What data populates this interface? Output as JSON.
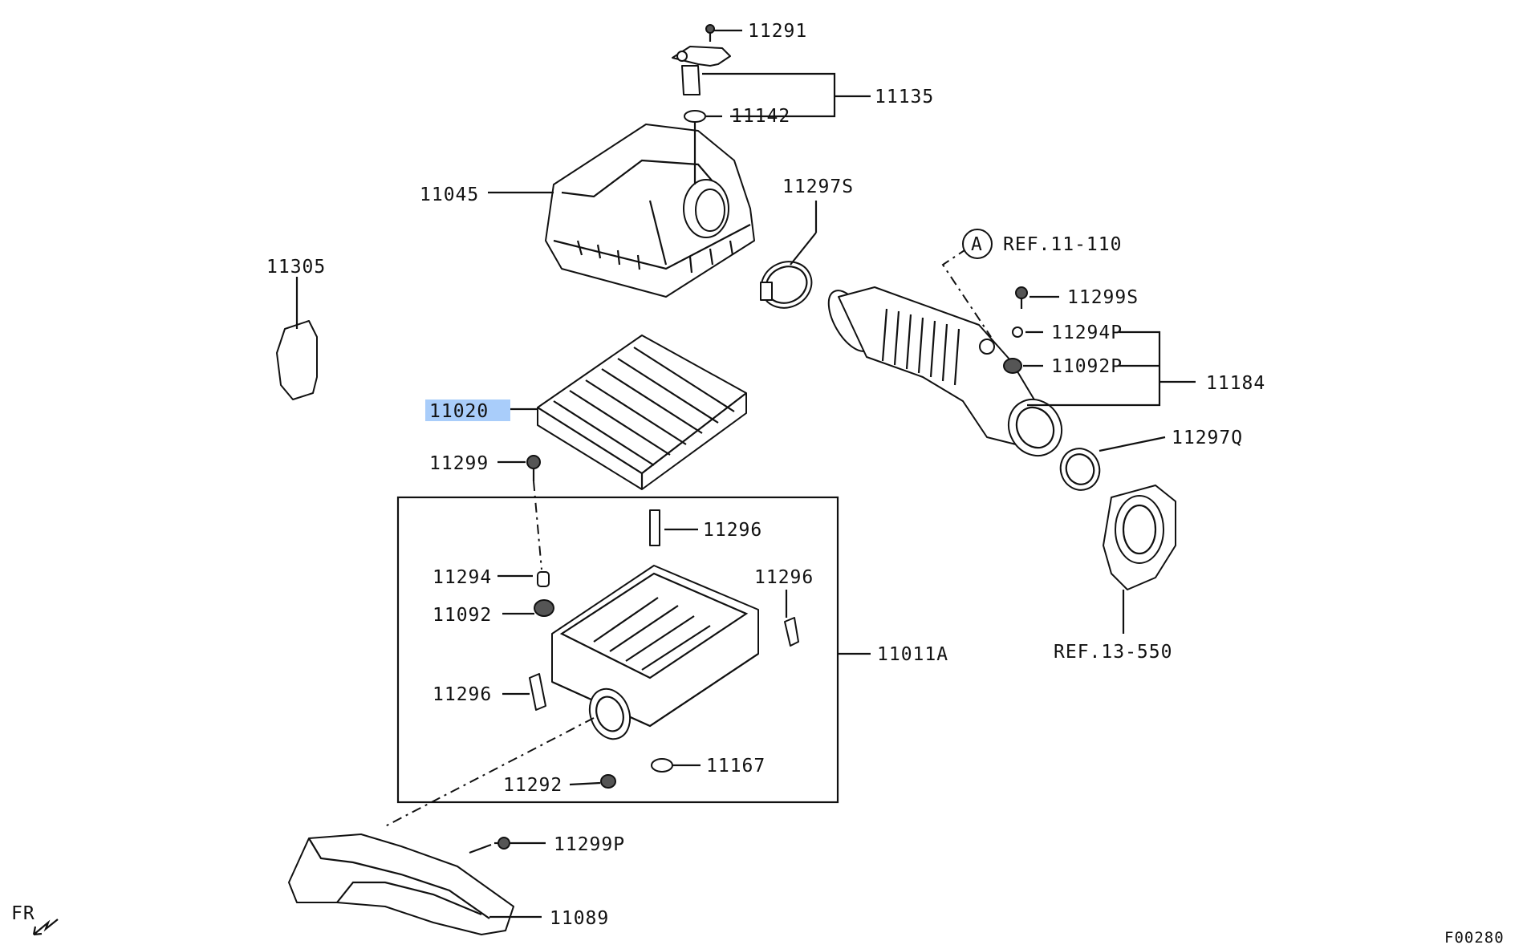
{
  "labels": {
    "p11291": "11291",
    "p11135": "11135",
    "p11142": "11142",
    "p11045": "11045",
    "p11297S": "11297S",
    "ref11110_circle": "A",
    "ref11110": "REF.11-110",
    "p11305": "11305",
    "p11299S": "11299S",
    "p11294P": "11294P",
    "p11092P": "11092P",
    "p11184": "11184",
    "p11020": "11020",
    "p11297Q": "11297Q",
    "p11299": "11299",
    "p11296_top": "11296",
    "p11294": "11294",
    "p11296_right": "11296",
    "p11092": "11092",
    "p11011A": "11011A",
    "ref13550": "REF.13-550",
    "p11296_left": "11296",
    "p11167": "11167",
    "p11292": "11292",
    "p11299P": "11299P",
    "p11089": "11089",
    "fr": "FR",
    "figure_code": "F00280"
  },
  "highlight": {
    "part": "11020",
    "color": "#a9cdfa"
  }
}
